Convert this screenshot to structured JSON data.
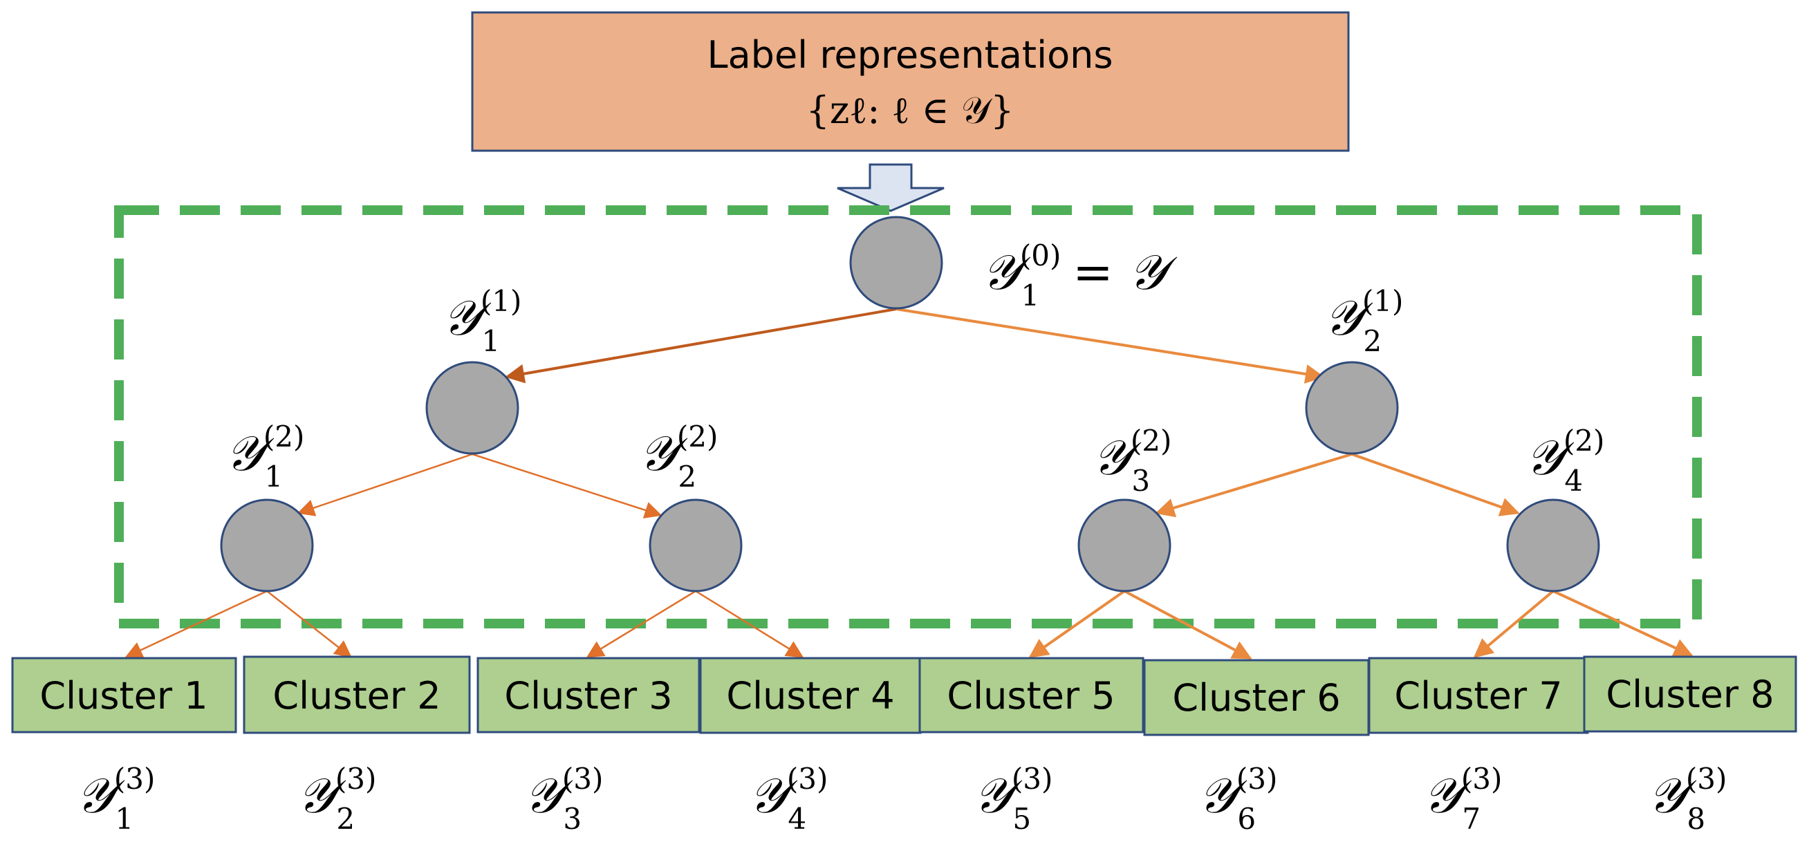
{
  "header": {
    "line1": "Label representations",
    "line2": "{zℓ: ℓ ∈ 𝒴}",
    "fill": "#ECB08A",
    "stroke": "#2F4B7C"
  },
  "colors": {
    "node_fill": "#A9A8A8",
    "node_stroke": "#2F4B7C",
    "cluster_fill": "#AECF8F",
    "cluster_stroke": "#2F4B7C",
    "dashed_border": "#4FAF58",
    "edge_dark": "#BF5A1D",
    "edge": "#E98A3E",
    "down_arrow_fill": "#DCE4F2",
    "down_arrow_stroke": "#2F4B7C"
  },
  "root_label": {
    "base": "𝒴",
    "sub": "1",
    "sup": "(0)",
    "equals": "= 𝒴"
  },
  "level1_labels": [
    {
      "base": "𝒴",
      "sub": "1",
      "sup": "(1)"
    },
    {
      "base": "𝒴",
      "sub": "2",
      "sup": "(1)"
    }
  ],
  "level2_labels": [
    {
      "base": "𝒴",
      "sub": "1",
      "sup": "(2)"
    },
    {
      "base": "𝒴",
      "sub": "2",
      "sup": "(2)"
    },
    {
      "base": "𝒴",
      "sub": "3",
      "sup": "(2)"
    },
    {
      "base": "𝒴",
      "sub": "4",
      "sup": "(2)"
    }
  ],
  "clusters": [
    {
      "label": "Cluster 1",
      "base": "𝒴",
      "sub": "1",
      "sup": "(3)"
    },
    {
      "label": "Cluster 2",
      "base": "𝒴",
      "sub": "2",
      "sup": "(3)"
    },
    {
      "label": "Cluster 3",
      "base": "𝒴",
      "sub": "3",
      "sup": "(3)"
    },
    {
      "label": "Cluster 4",
      "base": "𝒴",
      "sub": "4",
      "sup": "(3)"
    },
    {
      "label": "Cluster 5",
      "base": "𝒴",
      "sub": "5",
      "sup": "(3)"
    },
    {
      "label": "Cluster 6",
      "base": "𝒴",
      "sub": "6",
      "sup": "(3)"
    },
    {
      "label": "Cluster 7",
      "base": "𝒴",
      "sub": "7",
      "sup": "(3)"
    },
    {
      "label": "Cluster 8",
      "base": "𝒴",
      "sub": "8",
      "sup": "(3)"
    }
  ]
}
